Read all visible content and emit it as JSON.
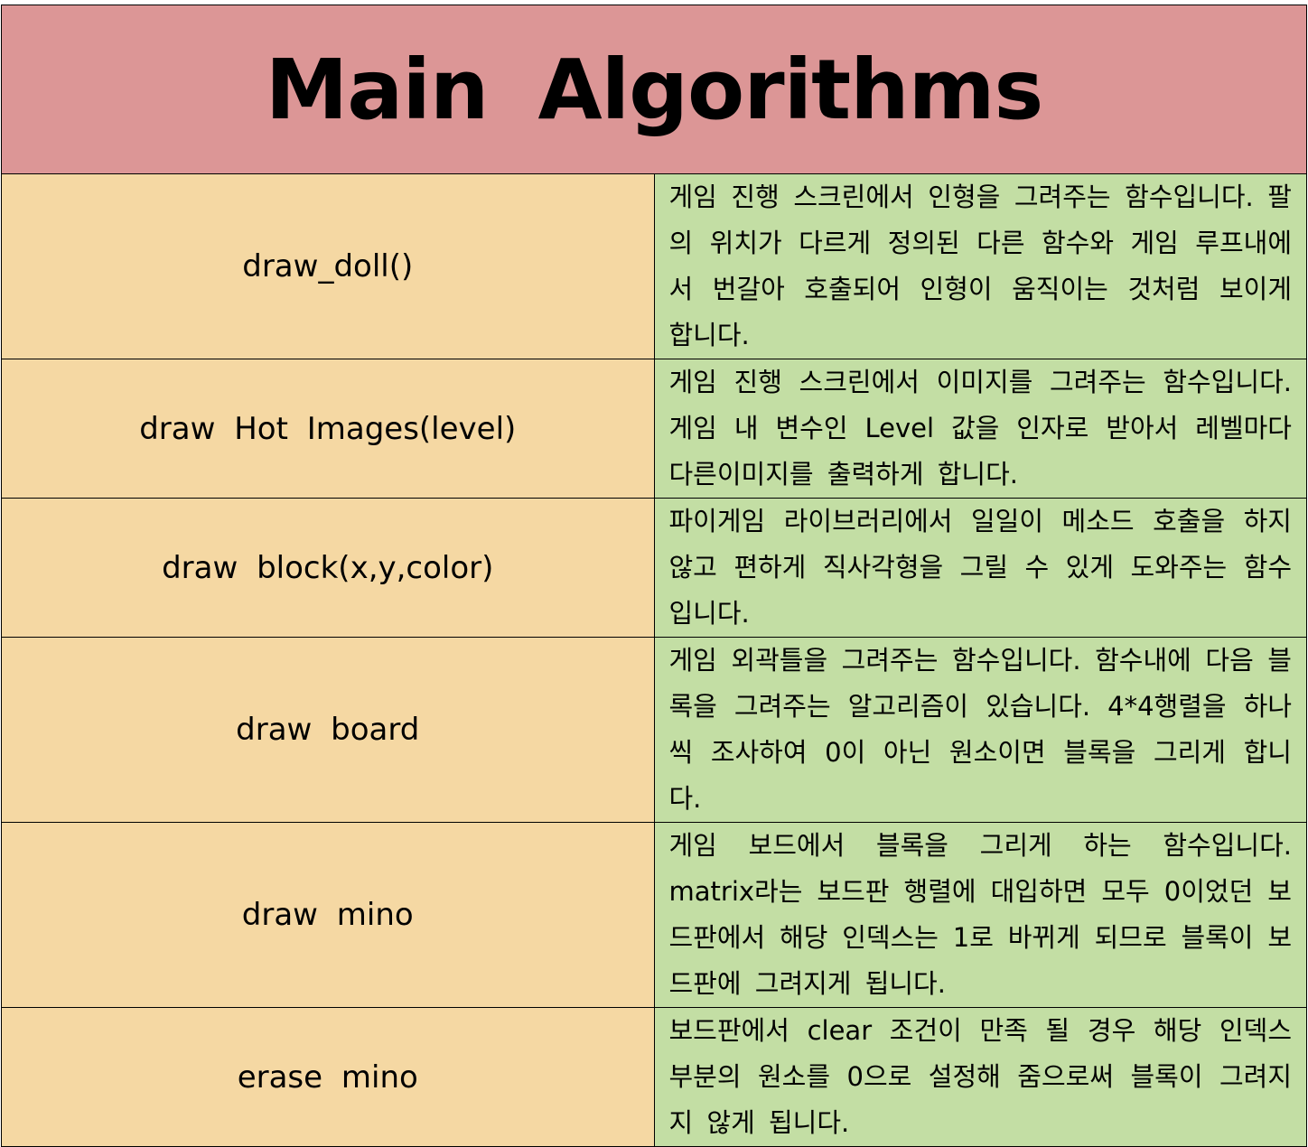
{
  "title": "Main  Algorithms",
  "rows": [
    {
      "name": "draw_doll()",
      "description": "게임 진행 스크린에서 인형을 그려주는 함수입니다. 팔의 위치가 다르게 정의된 다른 함수와 게임 루프내에서 번갈아 호출되어 인형이 움직이는 것처럼 보이게 합니다."
    },
    {
      "name": "draw  Hot Images(level)",
      "description": "게임 진행 스크린에서 이미지를 그려주는 함수입니다. 게임 내 변수인 Level 값을 인자로 받아서 레벨마다 다른이미지를 출력하게 합니다."
    },
    {
      "name": "draw  block(x,y,color)",
      "description": "파이게임 라이브러리에서 일일이 메소드 호출을 하지않고 편하게 직사각형을 그릴 수 있게 도와주는 함수입니다."
    },
    {
      "name": "draw  board",
      "description": "게임 외곽틀을 그려주는 함수입니다. 함수내에 다음 블록을 그려주는 알고리즘이 있습니다. 4*4행렬을 하나씩 조사하여 0이 아닌 원소이면 블록을 그리게 합니다."
    },
    {
      "name": "draw  mino",
      "description": "게임 보드에서 블록을 그리게 하는 함수입니다. matrix라는 보드판 행렬에 대입하면 모두 0이었던 보드판에서 해당 인덱스는 1로 바뀌게 되므로 블록이 보드판에 그려지게 됩니다."
    },
    {
      "name": "erase  mino",
      "description": "보드판에서 clear 조건이 만족 될 경우 해당 인덱스 부분의 원소를 0으로 설정해 줌으로써 블록이 그려지지 않게 됩니다."
    }
  ]
}
